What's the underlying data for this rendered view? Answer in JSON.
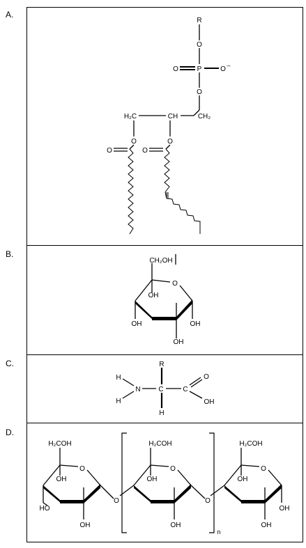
{
  "panels": [
    {
      "label": "A.",
      "atoms": {
        "r": "R",
        "o_top": "O",
        "o_left_p": "O",
        "p": "P",
        "o_minus": "O",
        "minus_sign": "–",
        "o_bottom_p": "O",
        "h2c": "H₂C",
        "ch": "CH",
        "ch2": "CH₂",
        "o_ester1": "O",
        "o_ester2": "O",
        "o_carbonyl1": "O",
        "o_carbonyl2": "O"
      }
    },
    {
      "label": "B.",
      "atoms": {
        "ch2oh": "CH₂OH",
        "ring_o": "O",
        "oh_c4": "OH",
        "oh_c3": "OH",
        "oh_c2": "OH",
        "oh_c1": "OH"
      }
    },
    {
      "label": "C.",
      "atoms": {
        "h_top_left": "H",
        "n": "N",
        "h_bottom_left": "H",
        "r": "R",
        "c_alpha": "C",
        "h_alpha": "H",
        "c_carboxyl": "C",
        "o_double": "O",
        "oh": "OH"
      }
    },
    {
      "label": "D.",
      "rings": [
        {
          "ch2oh": "H₂COH",
          "ring_o": "O",
          "oh_upper": "OH",
          "oh_left": "HO",
          "oh_bottom": "OH"
        },
        {
          "ch2oh": "H₂COH",
          "ring_o": "O",
          "oh_upper": "OH",
          "oh_bottom": "OH"
        },
        {
          "ch2oh": "H₂COH",
          "ring_o": "O",
          "oh_upper": "OH",
          "oh_right": "OH",
          "oh_bottom": "OH"
        }
      ],
      "linkers": [
        "O",
        "O"
      ],
      "repeat_subscript": "n"
    }
  ]
}
